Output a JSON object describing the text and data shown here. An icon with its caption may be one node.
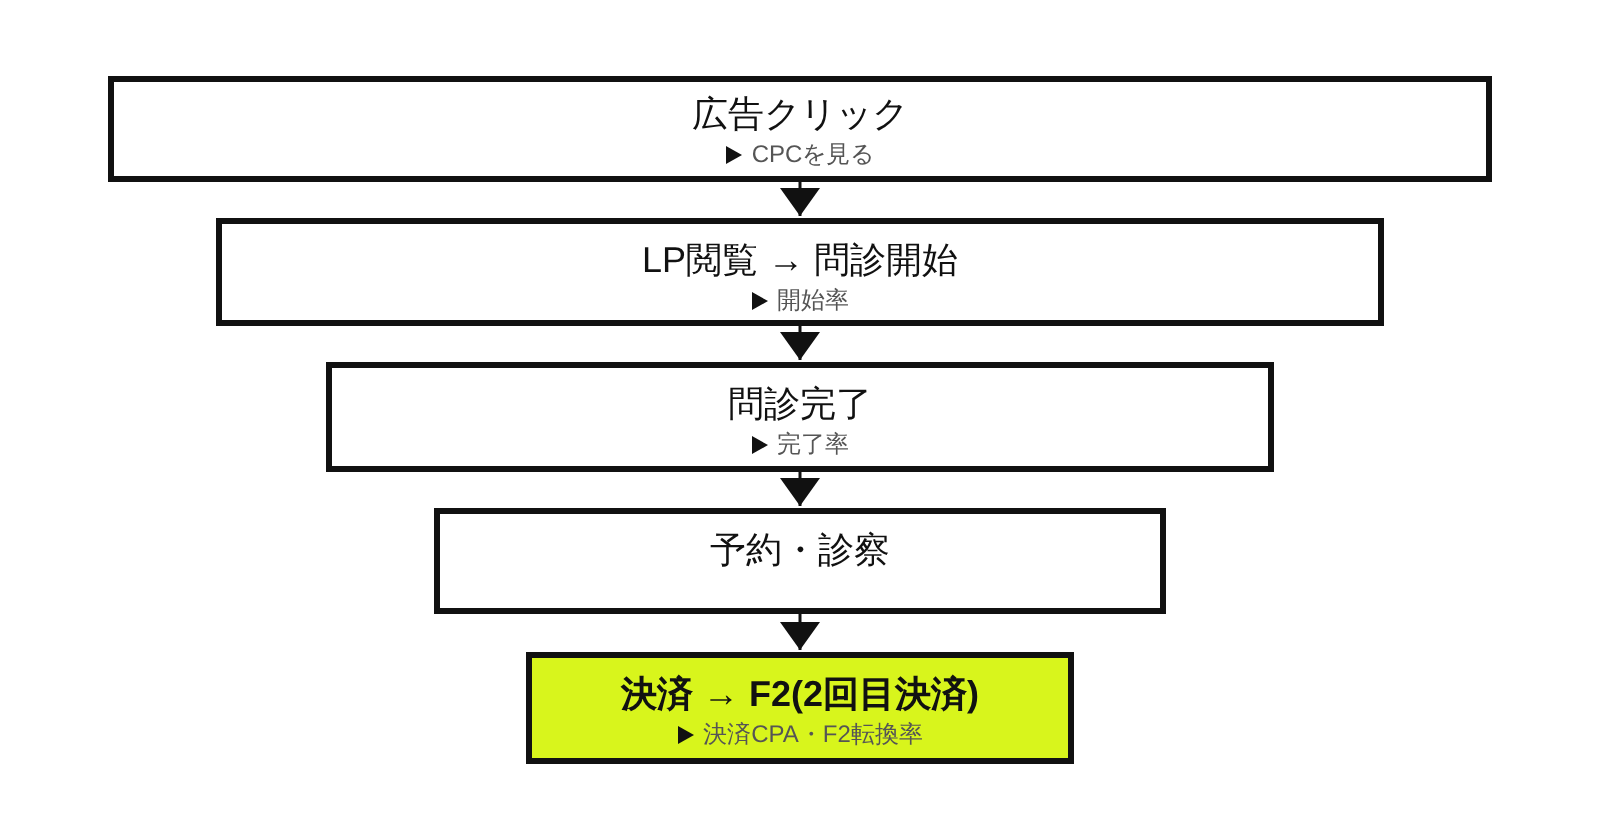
{
  "diagram": {
    "nodes": [
      {
        "text": [
          "広告クリック",
          "CPCを見る"
        ]
      },
      {
        "text": [
          "LP閲覧 → 問診開始",
          "開始率"
        ]
      },
      {
        "text": [
          "問診完了",
          "完了率"
        ]
      },
      {
        "text": [
          "予約・診察"
        ]
      },
      {
        "text": [
          "決済 → F2(2回目決済)",
          "決済CPA・F2転換率"
        ]
      }
    ],
    "edges": [
      {
        "from": 0,
        "to": 1,
        "arrow": "to"
      },
      {
        "from": 1,
        "to": 2,
        "arrow": "to"
      },
      {
        "from": 2,
        "to": 3,
        "arrow": "to"
      },
      {
        "from": 3,
        "to": 4,
        "arrow": "to"
      }
    ]
  }
}
